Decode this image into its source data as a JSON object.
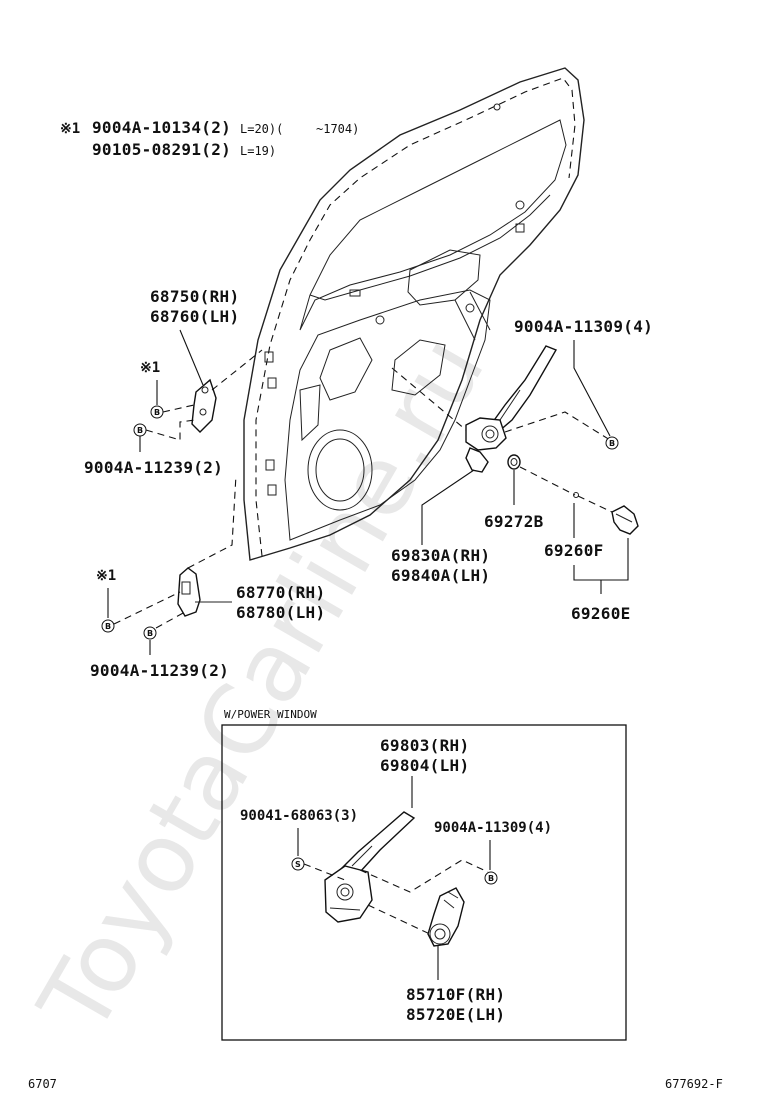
{
  "watermark": "ToyotaCarline.ru",
  "note": {
    "marker": "※1",
    "line1": {
      "part": "9004A-10134(2)",
      "spec": "L=20)(",
      "range": "~1704)"
    },
    "line2": {
      "part": "90105-08291(2)",
      "spec": "L=19)"
    }
  },
  "callouts": {
    "hinge_upper": {
      "rh": "68750(RH)",
      "lh": "68760(LH)"
    },
    "hinge_upper_bolt": "9004A-11239(2)",
    "hinge_lower": {
      "rh": "68770(RH)",
      "lh": "68780(LH)"
    },
    "hinge_lower_bolt": "9004A-11239(2)",
    "marker_upper": "※1",
    "marker_lower": "※1",
    "regulator_bolt": "9004A-11309(4)",
    "regulator": {
      "rh": "69830A(RH)",
      "lh": "69840A(LH)"
    },
    "handle_clip": "69272B",
    "handle_knob": "69260F",
    "handle_assy": "69260E"
  },
  "power_window": {
    "title": "W/POWER WINDOW",
    "regulator": {
      "rh": "69803(RH)",
      "lh": "69804(LH)"
    },
    "screw": "90041-68063(3)",
    "bolt": "9004A-11309(4)",
    "motor": {
      "rh": "85710F(RH)",
      "lh": "85720E(LH)"
    }
  },
  "markers": {
    "B": "B",
    "S": "S"
  },
  "footer": {
    "left": "6707",
    "right": "677692-F"
  }
}
